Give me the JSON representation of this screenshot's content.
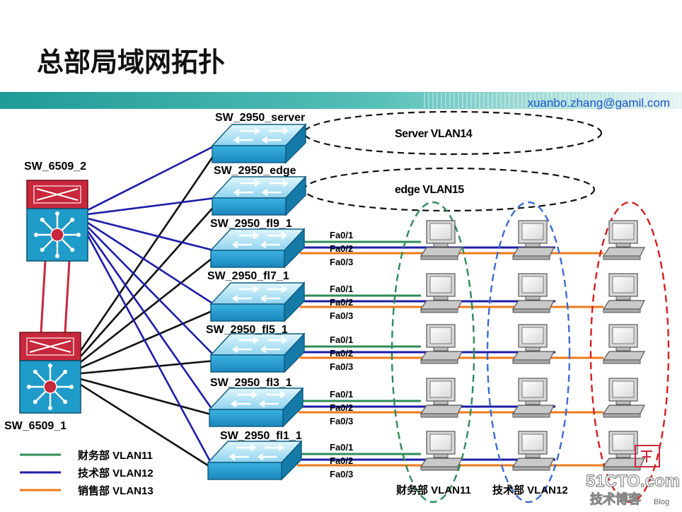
{
  "slide": {
    "title": "总部局域网拓扑",
    "author_email": "xuanbo.zhang@gamil.com"
  },
  "colors": {
    "banner": "#2aa3a0",
    "finance": "#2e8b57",
    "tech": "#1c1ca8",
    "sales": "#f07a1a",
    "core_link": "#111111",
    "core_top": "#c8283c",
    "core_body": "#1f9bc9",
    "switch_top": "#bfeaf8",
    "switch_body": "#2aa7d6",
    "ellipse_finance": "#2e8b57",
    "ellipse_tech": "#3a6bd1",
    "ellipse_sales": "#d61e1e"
  },
  "core_switches": [
    {
      "id": "sw6509_2",
      "label": "SW_6509_2"
    },
    {
      "id": "sw6509_1",
      "label": "SW_6509_1"
    }
  ],
  "access_switches": [
    {
      "id": "server",
      "label": "SW_2950_server",
      "vlan_label": "Server VLAN14",
      "ports": []
    },
    {
      "id": "edge",
      "label": "SW_2950_edge",
      "vlan_label": "edge VLAN15",
      "ports": []
    },
    {
      "id": "fl9",
      "label": "SW_2950_fl9_1",
      "ports": [
        "Fa0/1",
        "Fa0/2",
        "Fa0/3"
      ]
    },
    {
      "id": "fl7",
      "label": "SW_2950_fl7_1",
      "ports": [
        "Fa0/1",
        "Fa0/2",
        "Fa0/3"
      ]
    },
    {
      "id": "fl5",
      "label": "SW_2950_fl5_1",
      "ports": [
        "Fa0/1",
        "Fa0/2",
        "Fa0/3"
      ]
    },
    {
      "id": "fl3",
      "label": "SW_2950_fl3_1",
      "ports": [
        "Fa0/1",
        "Fa0/2",
        "Fa0/3"
      ]
    },
    {
      "id": "fl1",
      "label": "SW_2950_fl1_1",
      "ports": [
        "Fa0/1",
        "Fa0/2",
        "Fa0/3"
      ]
    }
  ],
  "legend": [
    {
      "label": "财务部 VLAN11",
      "color": "#2e8b57"
    },
    {
      "label": "技术部 VLAN12",
      "color": "#1c1ca8"
    },
    {
      "label": "销售部 VLAN13",
      "color": "#f07a1a"
    }
  ],
  "department_labels": [
    {
      "label": "财务部 VLAN11"
    },
    {
      "label": "技术部 VLAN12"
    }
  ],
  "watermark": {
    "brand": "51CTO.com",
    "sub": "技术博客",
    "tag": "Blog"
  }
}
